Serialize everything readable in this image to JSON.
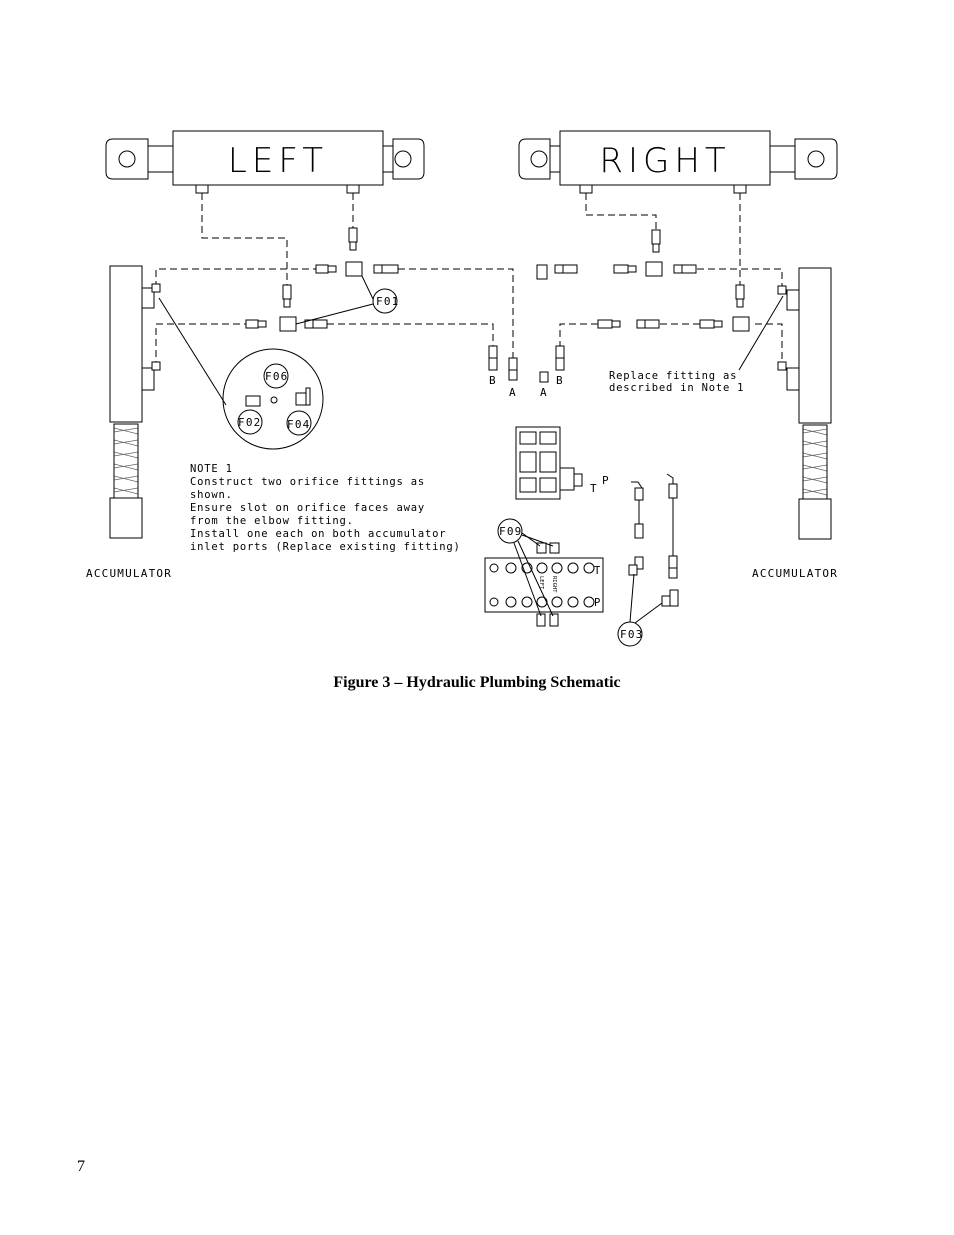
{
  "figure": {
    "cylinder_left": "LEFT",
    "cylinder_right": "RIGHT",
    "accumulator_left": "ACCUMULATOR",
    "accumulator_right": "ACCUMULATOR",
    "callouts": {
      "f01": "F01",
      "f06": "F06",
      "f02": "F02",
      "f04": "F04",
      "f09": "F09",
      "f03": "F03"
    },
    "port_labels": {
      "b_left": "B",
      "a_left": "A",
      "a_right": "A",
      "b_right": "B",
      "t": "T",
      "p": "P",
      "t2": "T",
      "p2": "P"
    },
    "valve_labels": {
      "left": "LEFT",
      "right": "RIGHT"
    },
    "note_title": "NOTE 1",
    "note_lines": [
      "Construct two orifice fittings as",
      "shown.",
      "Ensure slot on orifice faces away",
      "from the elbow fitting.",
      "Install one each on both accumulator",
      "inlet ports (Replace existing fitting)"
    ],
    "replace_note": [
      "Replace fitting as",
      "described in Note 1"
    ]
  },
  "caption": "Figure 3 – Hydraulic Plumbing Schematic",
  "page_number": "7"
}
